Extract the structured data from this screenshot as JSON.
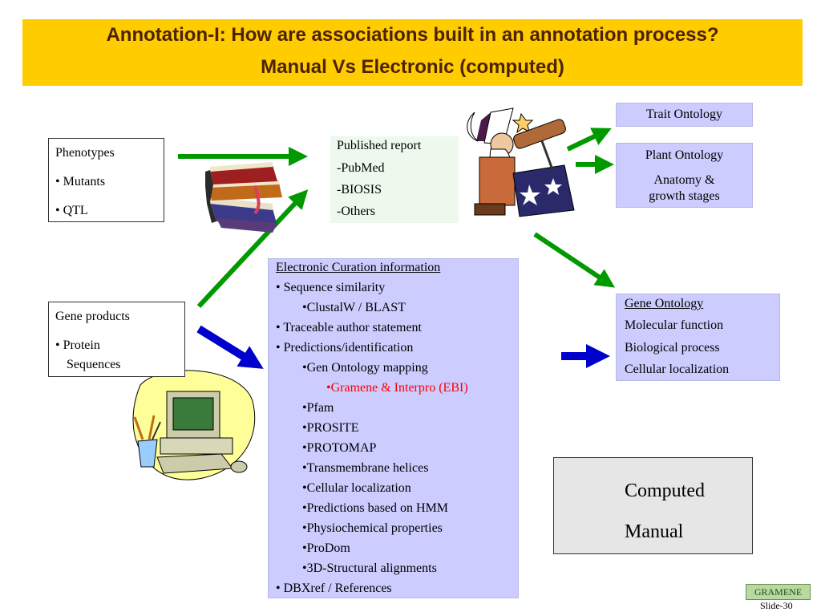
{
  "title": {
    "line1": "Annotation-I: How are associations built in an annotation process?",
    "line2": "Manual Vs Electronic (computed)"
  },
  "phenotypes": {
    "label": "Phenotypes",
    "items": [
      "• Mutants",
      "• QTL"
    ]
  },
  "gene_products": {
    "label": "Gene products",
    "items": [
      "• Protein",
      "Sequences"
    ]
  },
  "published": {
    "lines": [
      "Published report",
      "-PubMed",
      "-BIOSIS",
      "-Others"
    ]
  },
  "electronic": {
    "heading": "Electronic Curation information",
    "lines": [
      "• Sequence similarity",
      "•ClustalW / BLAST",
      "• Traceable author statement",
      "• Predictions/identification",
      "•Gen Ontology mapping",
      "•Gramene & Interpro (EBI)",
      "•Pfam",
      "•PROSITE",
      "•PROTOMAP",
      "•Transmembrane helices",
      "•Cellular localization",
      "•Predictions based on HMM",
      "•Physiochemical properties",
      "•ProDom",
      "•3D-Structural alignments",
      "• DBXref / References"
    ]
  },
  "trait_ontology": "Trait Ontology",
  "plant_ontology": {
    "title": "Plant Ontology",
    "sub1": "Anatomy &",
    "sub2": "growth stages"
  },
  "gene_ontology": {
    "heading": "Gene Ontology",
    "items": [
      "Molecular function",
      "Biological process",
      "Cellular localization"
    ]
  },
  "legend": {
    "computed": "Computed",
    "manual": "Manual"
  },
  "colors": {
    "banner": "#ffcc00",
    "title_text": "#4d2200",
    "green_arrow": "#009900",
    "blue_arrow": "#0000cc",
    "orange_arrow": "#ff6600",
    "lavender": "#ccccff",
    "highlight_text": "#ff0000"
  },
  "logo": "GRAMENE",
  "slide_number": "Slide-30"
}
